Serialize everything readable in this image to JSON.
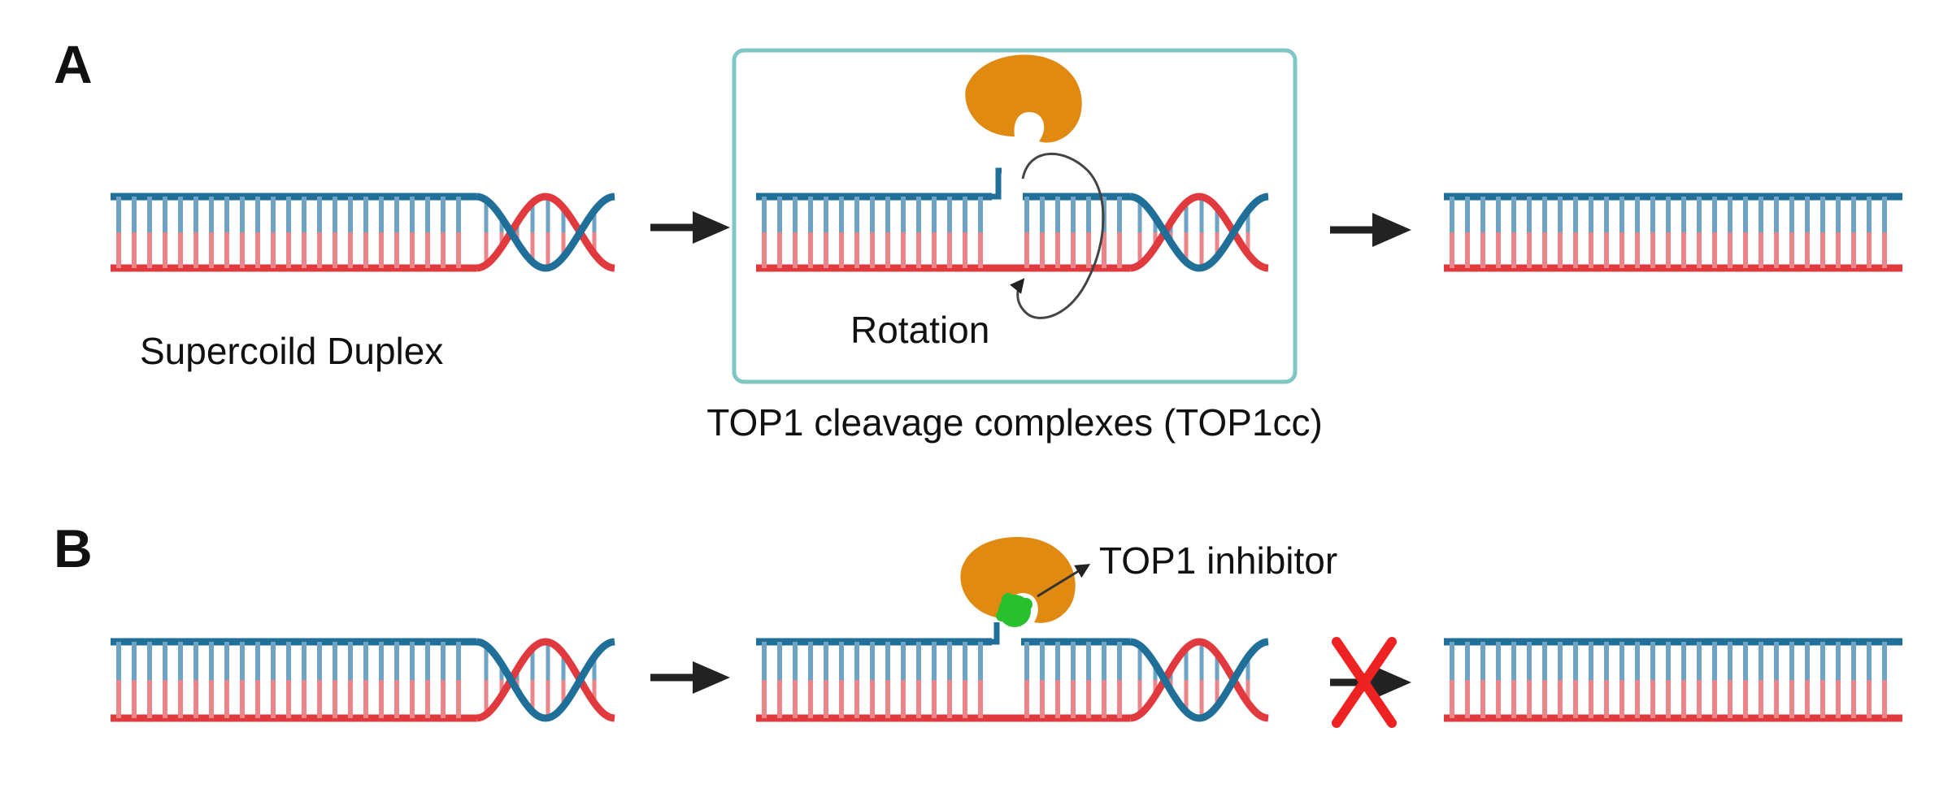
{
  "panels": [
    {
      "label": "A",
      "captions": {
        "supercoiled": "Supercoild Duplex",
        "rotation": "Rotation",
        "complex": "TOP1 cleavage complexes (TOP1cc)"
      }
    },
    {
      "label": "B",
      "captions": {
        "inhibitor": "TOP1 inhibitor"
      }
    }
  ],
  "colors": {
    "top_strand": "#1f6f99",
    "bottom_strand": "#e03a3e",
    "rung_top": "#6fa3c4",
    "rung_bottom": "#ea8589",
    "enzyme": "#e08a12",
    "inhibitor": "#29c02e",
    "complex_box": "#7fc6c6",
    "arrow": "#222222",
    "block_x": "#ee2222"
  },
  "icons": [
    "right-arrow-icon",
    "blocked-x-icon",
    "rotation-arrow-icon"
  ]
}
